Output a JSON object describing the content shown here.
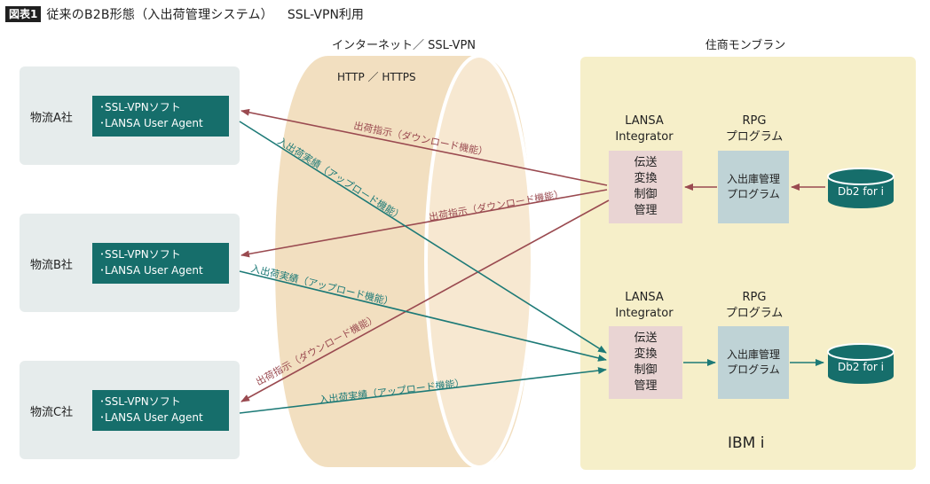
{
  "header": {
    "badge": "図表1",
    "title": "従来のB2B形態（入出荷管理システム）",
    "subtitle": "SSL-VPN利用"
  },
  "network": {
    "label": "インターネット／ SSL-VPN",
    "protocol": "HTTP ／ HTTPS"
  },
  "partners": [
    {
      "name": "物流A社",
      "software": [
        "･SSL-VPNソフト",
        "･LANSA User Agent"
      ]
    },
    {
      "name": "物流B社",
      "software": [
        "･SSL-VPNソフト",
        "･LANSA User Agent"
      ]
    },
    {
      "name": "物流C社",
      "software": [
        "･SSL-VPNソフト",
        "･LANSA User Agent"
      ]
    }
  ],
  "ibm": {
    "section_label": "住商モンブラン",
    "platform_label": "IBM i",
    "rows": [
      {
        "integrator_label": [
          "LANSA",
          "Integrator"
        ],
        "integrator_box": [
          "伝送",
          "変換",
          "制御",
          "管理"
        ],
        "rpg_label": [
          "RPG",
          "プログラム"
        ],
        "rpg_box": [
          "入出庫管理",
          "プログラム"
        ],
        "db_label": "Db2 for i"
      },
      {
        "integrator_label": [
          "LANSA",
          "Integrator"
        ],
        "integrator_box": [
          "伝送",
          "変換",
          "制御",
          "管理"
        ],
        "rpg_label": [
          "RPG",
          "プログラム"
        ],
        "rpg_box": [
          "入出庫管理",
          "プログラム"
        ],
        "db_label": "Db2 for i"
      }
    ]
  },
  "flows": {
    "ship_a": "出荷指示（ダウンロード機能）",
    "ship_b": "出荷指示（ダウンロード機能）",
    "ship_c": "出荷指示（ダウンロード機能）",
    "recv_a": "入出荷実績（アップロード機能）",
    "recv_b": "入出荷実績（アップロード機能）",
    "recv_c": "入出荷実績（アップロード機能）"
  },
  "colors": {
    "download_arrow": "#9a4a50",
    "upload_arrow": "#1d7a77",
    "software_box": "#166e6b",
    "partner_panel": "#e6ecec",
    "ibm_panel": "#f6efc9",
    "tube": "#f2dfc0",
    "db": "#166e6b"
  }
}
